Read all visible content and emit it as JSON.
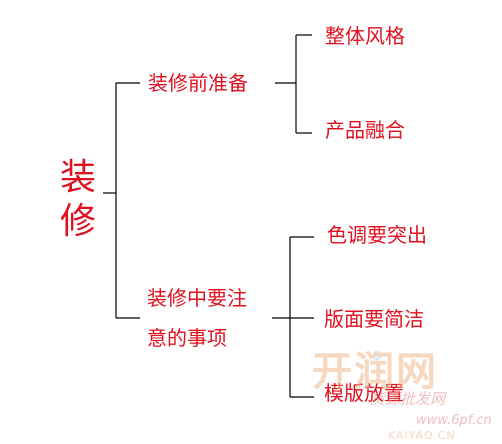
{
  "diagram": {
    "root": {
      "label": "装修"
    },
    "branches": [
      {
        "id": "prep",
        "lines": [
          "装修前准备"
        ],
        "children": [
          "整体风格",
          "产品融合"
        ]
      },
      {
        "id": "focus",
        "lines": [
          "装修中要注",
          "意的事项"
        ],
        "children": [
          "色调要突出",
          "版面要简洁",
          "模版放置"
        ]
      }
    ],
    "colors": {
      "text": "#e0101f",
      "connector": "#000000"
    }
  },
  "watermark": {
    "brand": "开润网",
    "sub": "货源批发网",
    "site": "www.6pf.cn",
    "latin": "KAIYAO.CN"
  }
}
